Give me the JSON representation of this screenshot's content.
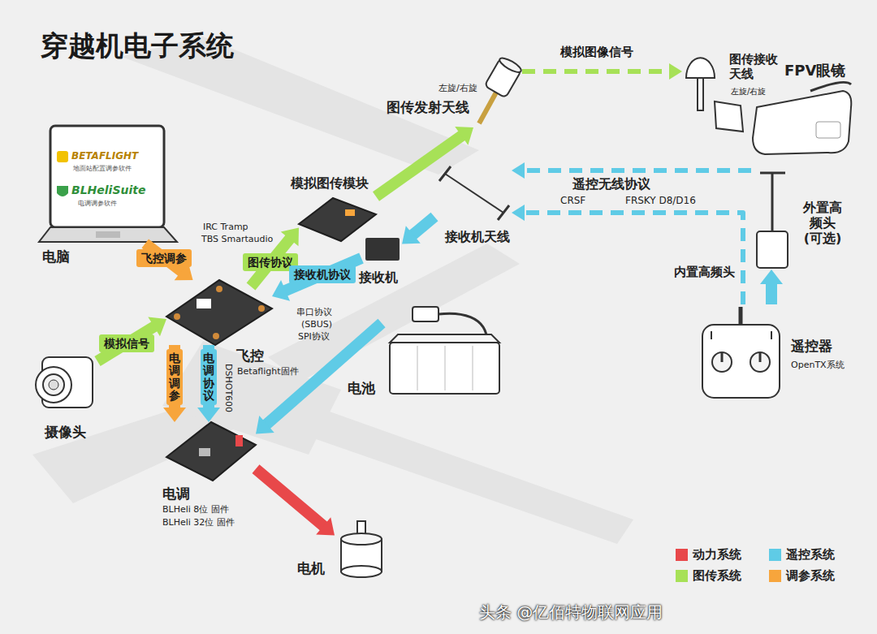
{
  "diagram": {
    "title": "穿越机电子系统",
    "nodes": [
      {
        "text": [
          "电脑"
        ]
      },
      {
        "text": [
          "飞控",
          "Betaflight固件"
        ]
      },
      {
        "text": [
          "电调",
          "BLHeli 8位 固件",
          "BLHeli 32位 固件"
        ]
      },
      {
        "text": [
          "电机"
        ]
      },
      {
        "text": [
          "摄像头"
        ]
      },
      {
        "text": [
          "电池"
        ]
      },
      {
        "text": [
          "模拟图传模块"
        ]
      },
      {
        "text": [
          "接收机"
        ]
      },
      {
        "text": [
          "接收机天线"
        ]
      },
      {
        "text": [
          "左旋/右旋",
          "图传发射天线"
        ]
      },
      {
        "text": [
          "图传接收天线",
          "左旋/右旋"
        ]
      },
      {
        "text": [
          "FPV眼镜"
        ]
      },
      {
        "text": [
          "遥控器",
          "OpenTX系统"
        ]
      },
      {
        "text": [
          "外置高频头(可选)"
        ]
      }
    ],
    "edges": [
      {
        "from": 0,
        "to": 1,
        "arrow": "to",
        "label": "飞控调参"
      },
      {
        "from": 4,
        "to": 1,
        "arrow": "to",
        "label": "模拟信号"
      },
      {
        "from": 1,
        "to": 6,
        "arrow": "to",
        "label": "图传协议"
      },
      {
        "from": 6,
        "to": 9,
        "arrow": "to"
      },
      {
        "from": 9,
        "to": 10,
        "arrow": "to",
        "label": "模拟图像信号"
      },
      {
        "from": 8,
        "to": 7,
        "arrow": "to"
      },
      {
        "from": 7,
        "to": 1,
        "arrow": "to",
        "label": "接收机协议"
      },
      {
        "from": 1,
        "to": 2,
        "arrow": "to",
        "label": "电调协议"
      },
      {
        "from": 1,
        "to": 2,
        "arrow": "to",
        "label": "电调调参"
      },
      {
        "from": 5,
        "to": 2,
        "arrow": "to"
      },
      {
        "from": 2,
        "to": 3,
        "arrow": "to"
      },
      {
        "from": 12,
        "to": 13,
        "arrow": "to"
      },
      {
        "from": 13,
        "to": 8,
        "arrow": "to"
      },
      {
        "from": 12,
        "to": 8,
        "arrow": "to"
      }
    ],
    "labels": [
      "BETAFLIGHT",
      "地面站配置调参软件",
      "BLHeliSuite",
      "电调调参软件",
      "IRC Tramp",
      "TBS Smartaudio",
      "串口协议",
      "(SBUS)",
      "SPI协议",
      "DSHOT600",
      "遥控无线协议",
      "CRSF",
      "FRSKY D8/D16",
      "内置高频头",
      "头条 @亿佰特物联网应用"
    ],
    "legend": [
      {
        "text": "动力系统",
        "color": "#e8484a"
      },
      {
        "text": "遥控系统",
        "color": "#5fcbe6"
      },
      {
        "text": "图传系统",
        "color": "#a7e157"
      },
      {
        "text": "调参系统",
        "color": "#f7a53c"
      }
    ]
  }
}
